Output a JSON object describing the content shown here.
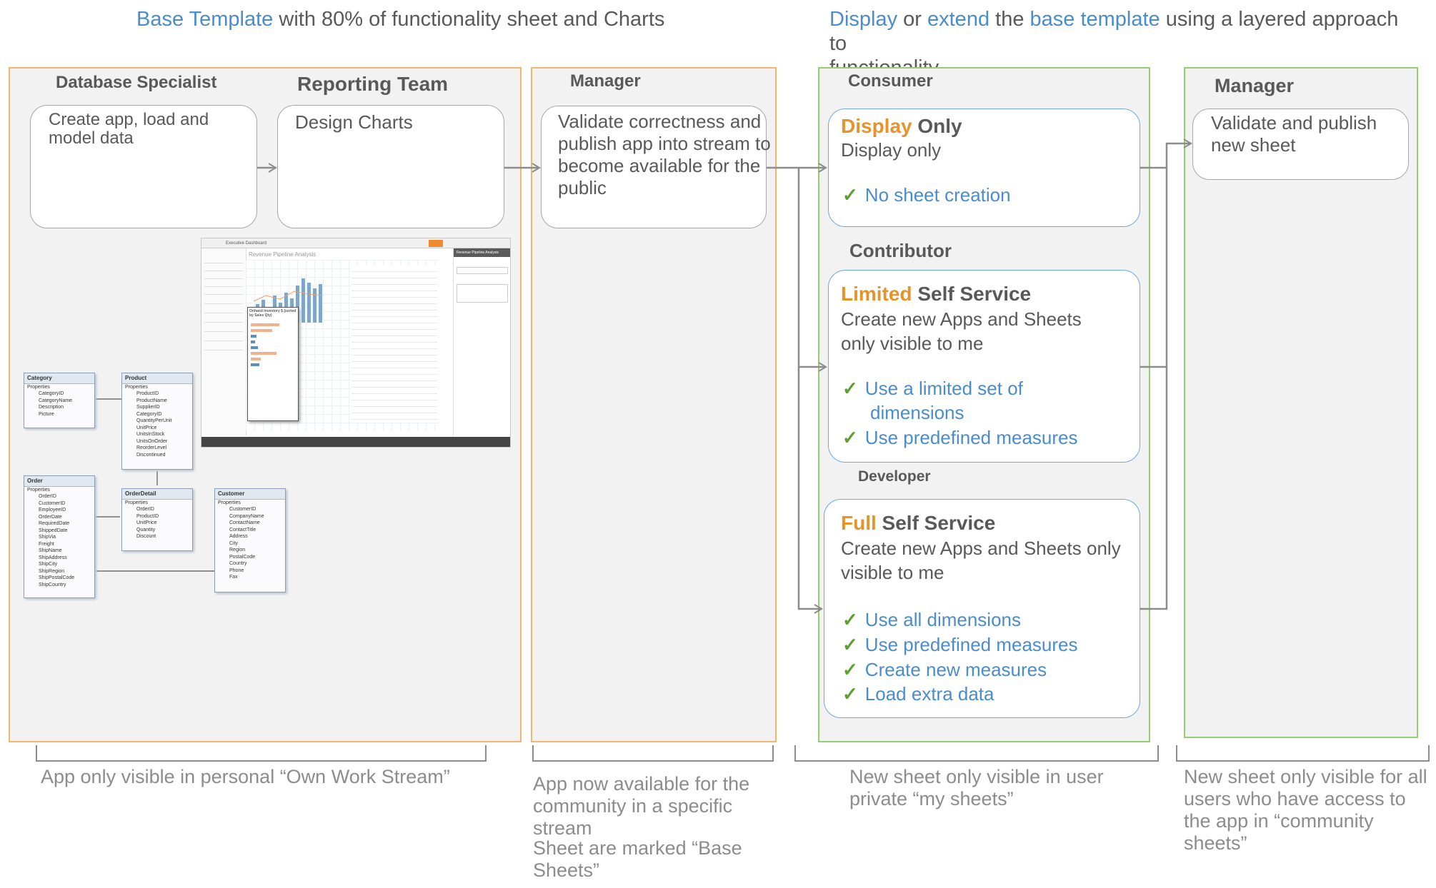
{
  "header_left": {
    "part1": "Base Template",
    "part2": " with 80% of functionality sheet and Charts"
  },
  "header_right": {
    "part1": "Display",
    "part2": " or ",
    "part3": "extend",
    "part4": " the ",
    "part5": "base template",
    "part6": " using a layered approach to",
    "line2": "functionality"
  },
  "lane1": {
    "title_db": "Database Specialist",
    "title_rt": "Reporting Team",
    "card_db": "Create app, load and model data",
    "card_rt": "Design Charts",
    "footer": "App only visible in personal “Own Work Stream”"
  },
  "lane2": {
    "title": "Manager",
    "card": "Validate correctness and publish app into stream to become available for the public",
    "footer1": "App now available for the community in a specific stream",
    "footer2": "Sheet are marked “Base Sheets”"
  },
  "lane3": {
    "title_consumer": "Consumer",
    "title_contributor": "Contributor",
    "title_developer": "Developer",
    "display": {
      "accent": "Display",
      "rest": " Only",
      "desc": "Display only",
      "bullets": [
        "No sheet creation"
      ]
    },
    "limited": {
      "accent": "Limited",
      "rest": " Self Service",
      "desc1": "Create new Apps and Sheets",
      "desc2": "only visible to me",
      "bullets": [
        "Use a limited set of",
        "dimensions",
        "Use predefined measures"
      ]
    },
    "full": {
      "accent": "Full",
      "rest": " Self Service",
      "desc1": "Create new Apps and Sheets only",
      "desc2": "visible to me",
      "bullets": [
        "Use all dimensions",
        "Use predefined measures",
        "Create new measures",
        "Load extra data"
      ]
    },
    "footer": "New sheet only visible in user private “my sheets”"
  },
  "lane4": {
    "title": "Manager",
    "card": "Validate and publish new sheet",
    "footer": "New sheet only visible for all users who have access to the app in “community sheets”"
  },
  "colors": {
    "accent_orange": "#e8932a",
    "link_blue": "#4a8ccc",
    "check_green": "#5aa02c",
    "lane_orange_border": "#f0b76d",
    "lane_green_border": "#97cc73"
  },
  "schema": {
    "category": {
      "title": "Category",
      "props": "Properties",
      "fields": [
        "CategoryID",
        "CategoryName",
        "Description",
        "Picture"
      ]
    },
    "product": {
      "title": "Product",
      "props": "Properties",
      "fields": [
        "ProductID",
        "ProductName",
        "SupplierID",
        "CategoryID",
        "QuantityPerUnit",
        "UnitPrice",
        "UnitsInStock",
        "UnitsOnOrder",
        "ReorderLevel",
        "Discontinued"
      ]
    },
    "order": {
      "title": "Order",
      "props": "Properties",
      "fields": [
        "OrderID",
        "CustomerID",
        "EmployeeID",
        "OrderDate",
        "RequiredDate",
        "ShippedDate",
        "ShipVia",
        "Freight",
        "ShipName",
        "ShipAddress",
        "ShipCity",
        "ShipRegion",
        "ShipPostalCode",
        "ShipCountry"
      ]
    },
    "orderdetail": {
      "title": "OrderDetail",
      "props": "Properties",
      "fields": [
        "OrderID",
        "ProductID",
        "UnitPrice",
        "Quantity",
        "Discount"
      ]
    },
    "customer": {
      "title": "Customer",
      "props": "Properties",
      "fields": [
        "CustomerID",
        "CompanyName",
        "ContactName",
        "ContactTitle",
        "Address",
        "City",
        "Region",
        "PostalCode",
        "Country",
        "Phone",
        "Fax"
      ]
    }
  },
  "screenshot": {
    "app_title": "Executive Dashboard",
    "sheet_title": "Revenue Pipeline Analysis",
    "panel_title": "Revenue Pipeline Analysis",
    "popup_title": "Onhand Inventory $ (sorted by Sales Qty)"
  }
}
